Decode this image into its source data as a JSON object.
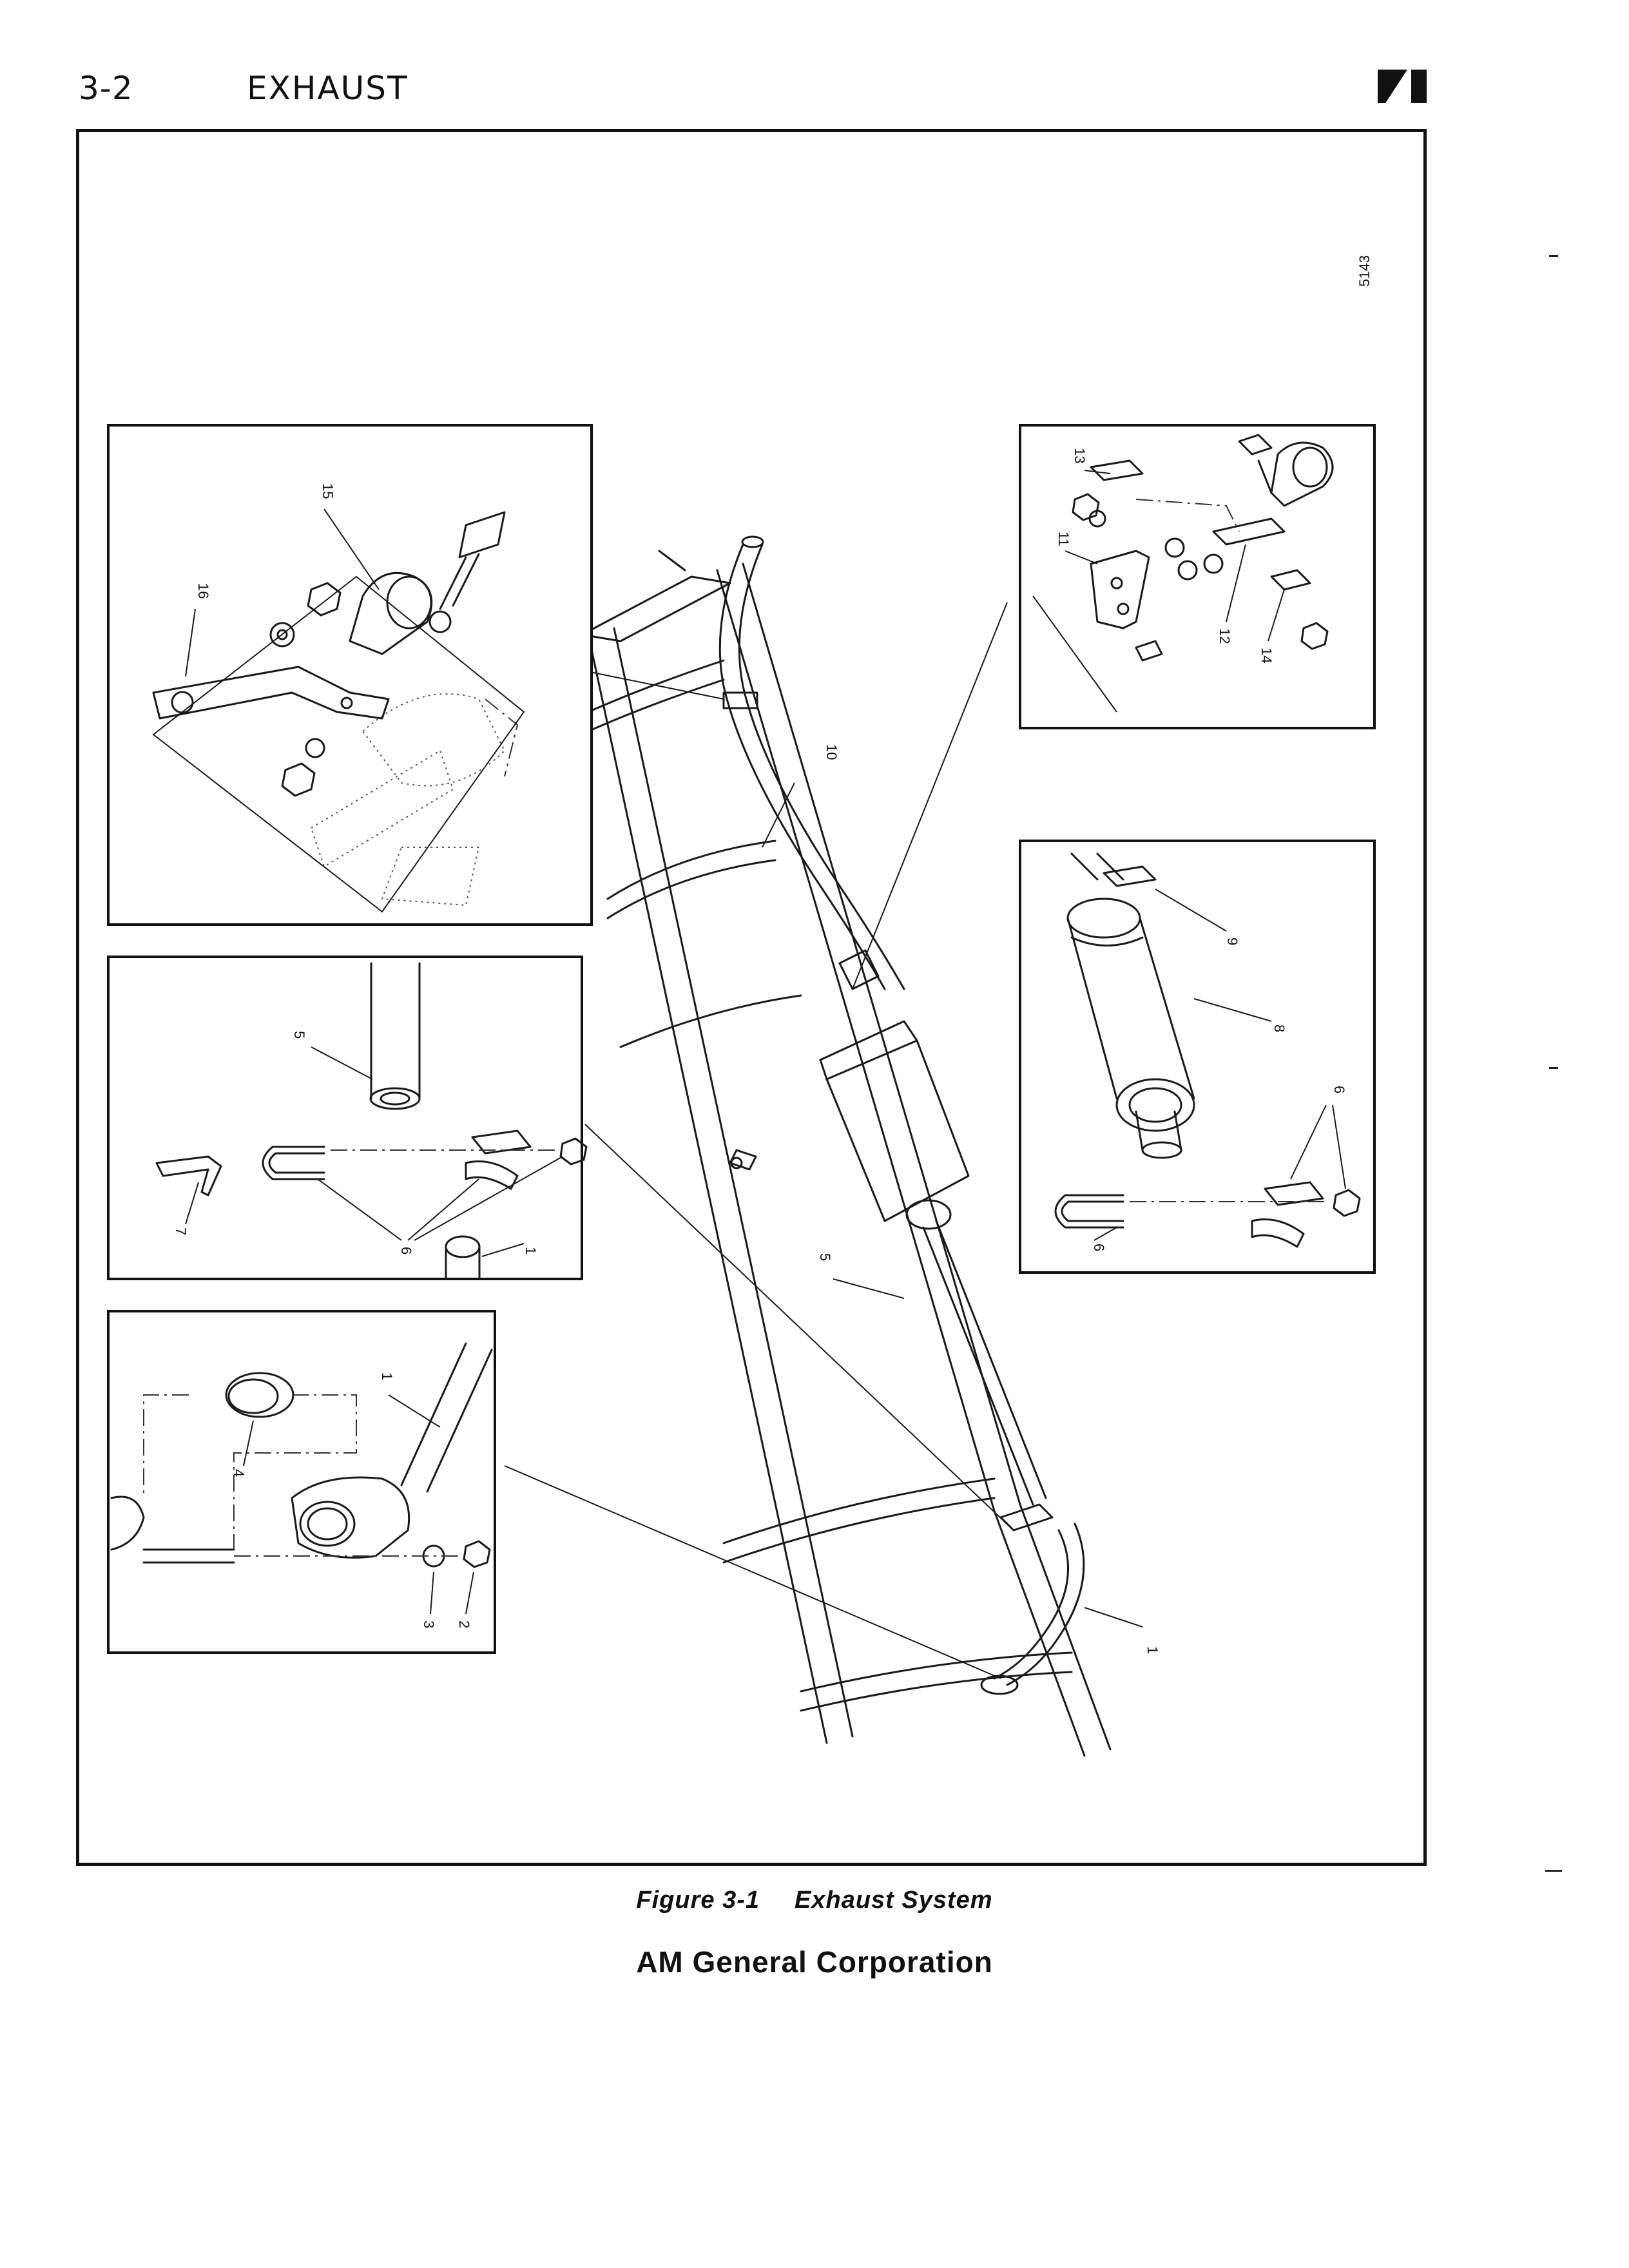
{
  "header": {
    "page_number": "3-2",
    "section_title": "EXHAUST"
  },
  "figure": {
    "drawing_id": "5143",
    "callouts": {
      "c1a": "1",
      "c1b": "1",
      "c1c": "1",
      "c2": "2",
      "c3": "3",
      "c4": "4",
      "c5a": "5",
      "c5b": "5",
      "c6a": "6",
      "c6b": "6",
      "c6c": "6",
      "c7": "7",
      "c8": "8",
      "c9": "9",
      "c10": "10",
      "c11": "11",
      "c12": "12",
      "c13": "13",
      "c14": "14",
      "c15": "15",
      "c16": "16"
    },
    "caption_number": "Figure 3-1",
    "caption_title": "Exhaust System"
  },
  "footer": {
    "publisher": "AM General Corporation"
  }
}
